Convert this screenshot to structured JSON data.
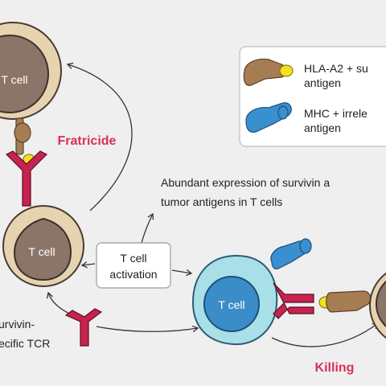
{
  "labels": {
    "top_cell": "T cell",
    "mid_cell": "T cell",
    "right_cell": "T cell",
    "fratricide": "Fratricide",
    "killing": "Killing",
    "activation_line1": "T cell",
    "activation_line2": "activation",
    "abundant_line1": "Abundant expression of survivin a",
    "abundant_line2": "tumor antigens in T cells",
    "tcr_line1": "urvivin-",
    "tcr_line2": "ecific TCR"
  },
  "legend": {
    "item1_line1": "HLA-A2 + su",
    "item1_line2": "antigen",
    "item2_line1": "MHC + irrele",
    "item2_line2": "antigen"
  },
  "colors": {
    "background": "#efefef",
    "cell_outer": "#e6d3b0",
    "cell_nucleus": "#8b7468",
    "tumor_cell": "#a9dfe6",
    "tumor_nucleus": "#3b8dc9",
    "mhc_brown": "#a67c52",
    "mhc_blue": "#3a8fd0",
    "tcr_red": "#c8234f",
    "antigen_yellow": "#f4e21b",
    "accent_red": "#d8305a"
  }
}
